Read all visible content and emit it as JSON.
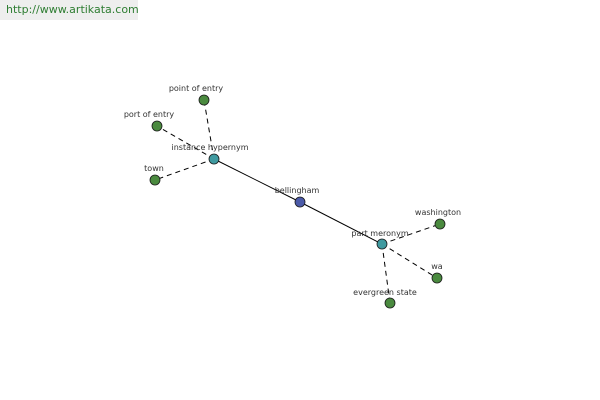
{
  "watermark": {
    "text": "http://www.artikata.com"
  },
  "colors": {
    "center": "#4b5aa8",
    "relation": "#3f9aa0",
    "leaf": "#4a8a3f",
    "solid_edge": "#000000",
    "dashed_edge": "#000000"
  },
  "nodes": {
    "bellingham": {
      "label": "bellingham",
      "type": "center"
    },
    "instance_hypernym": {
      "label": "instance hypernym",
      "type": "relation"
    },
    "part_meronym": {
      "label": "part meronym",
      "type": "relation"
    },
    "point_of_entry": {
      "label": "point of entry",
      "type": "leaf"
    },
    "port_of_entry": {
      "label": "port of entry",
      "type": "leaf"
    },
    "town": {
      "label": "town",
      "type": "leaf"
    },
    "washington": {
      "label": "washington",
      "type": "leaf"
    },
    "wa": {
      "label": "wa",
      "type": "leaf"
    },
    "evergreen_state": {
      "label": "evergreen state",
      "type": "leaf"
    }
  },
  "edges": [
    {
      "from": "bellingham",
      "to": "instance_hypernym",
      "style": "solid"
    },
    {
      "from": "bellingham",
      "to": "part_meronym",
      "style": "solid"
    },
    {
      "from": "instance_hypernym",
      "to": "point_of_entry",
      "style": "dashed"
    },
    {
      "from": "instance_hypernym",
      "to": "port_of_entry",
      "style": "dashed"
    },
    {
      "from": "instance_hypernym",
      "to": "town",
      "style": "dashed"
    },
    {
      "from": "part_meronym",
      "to": "washington",
      "style": "dashed"
    },
    {
      "from": "part_meronym",
      "to": "wa",
      "style": "dashed"
    },
    {
      "from": "part_meronym",
      "to": "evergreen_state",
      "style": "dashed"
    }
  ]
}
